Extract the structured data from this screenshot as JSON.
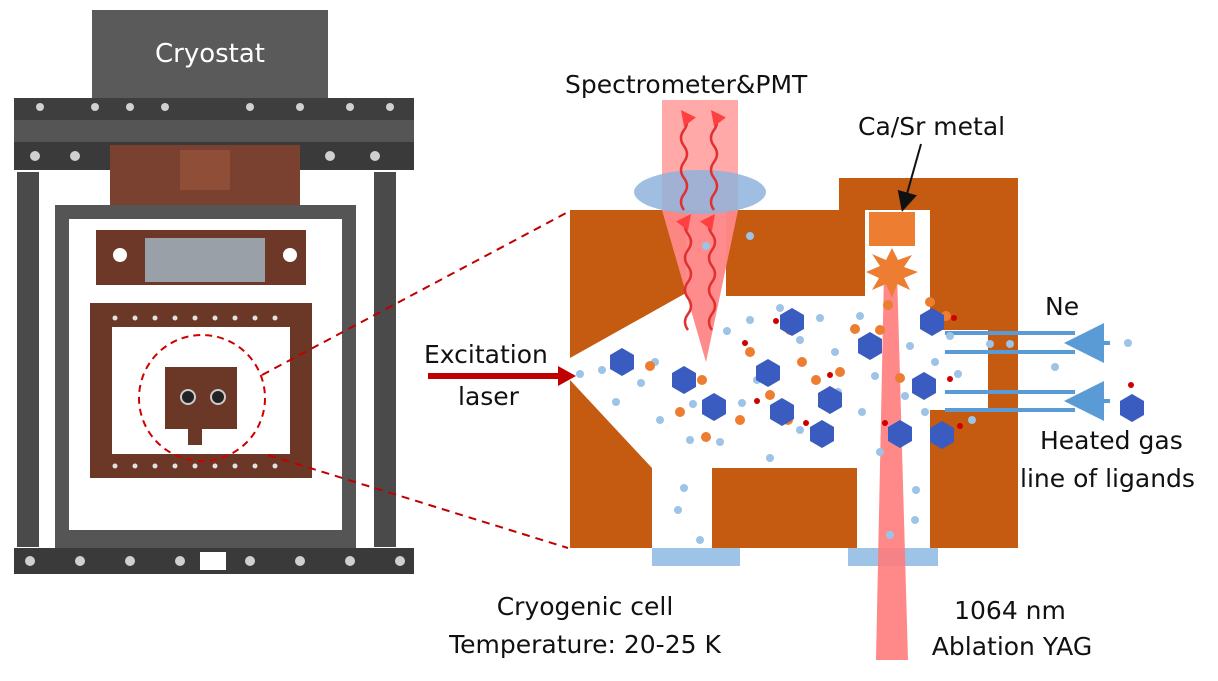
{
  "labels": {
    "cryostat": "Cryostat",
    "spectrometer": "Spectrometer&PMT",
    "metal": "Ca/Sr metal",
    "ne": "Ne",
    "excitation_line1": "Excitation",
    "excitation_line2": "laser",
    "heated_line1": "Heated gas",
    "heated_line2": "line of ligands",
    "cell_line1": "Cryogenic cell",
    "cell_line2": "Temperature: 20-25 K",
    "yag_line1": "1064 nm",
    "yag_line2": "Ablation YAG"
  },
  "colors": {
    "copper_cell": "#c55a11",
    "cryostat_block": "#5a5a5a",
    "frame_dark": "#4a4a4a",
    "copper_mount": "#7a4030",
    "laser_red": "#ff7b7b",
    "excitation_arrow": "#c00000",
    "ligand_hex": "#3a5bbf",
    "ne_atom": "#9dc3e6",
    "metal_atom": "#ed7d31",
    "window_blue": "#9dc3e6",
    "gas_line": "#5b9bd5",
    "zoom_dash": "#c00000"
  },
  "icons": [
    "cryostat-block",
    "copper-cell",
    "lens",
    "sparkle-ablation",
    "hexagon-ligand"
  ]
}
